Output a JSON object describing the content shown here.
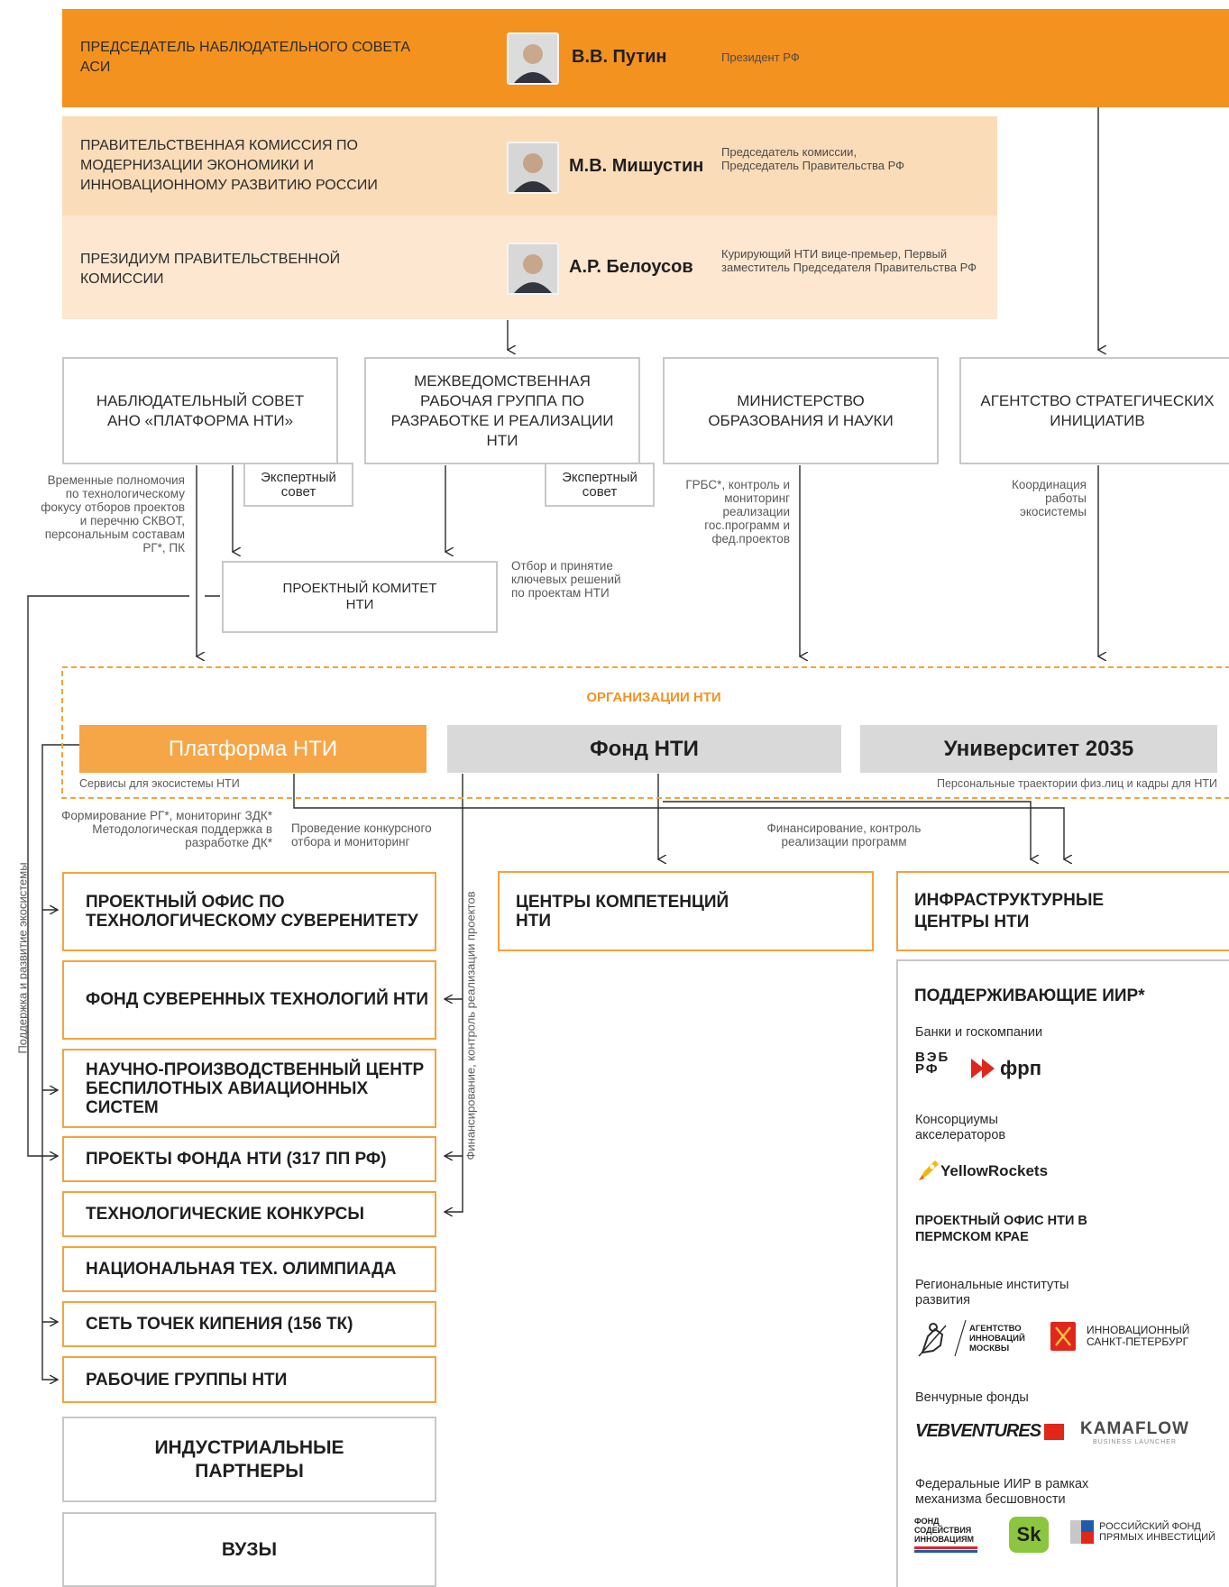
{
  "leadership": [
    {
      "title": "ПРЕДСЕДАТЕЛЬ НАБЛЮДАТЕЛЬНОГО СОВЕТА АСИ",
      "name": "В.В. Путин",
      "role": "Президент РФ"
    },
    {
      "title": "ПРАВИТЕЛЬСТВЕННАЯ КОМИССИЯ ПО МОДЕРНИЗАЦИИ ЭКОНОМИКИ И ИННОВАЦИОННОМУ РАЗВИТИЮ РОССИИ",
      "name": "М.В. Мишустин",
      "role": "Председатель комиссии, Председатель Правительства РФ"
    },
    {
      "title": "ПРЕЗИДИУМ ПРАВИТЕЛЬСТВЕННОЙ КОМИССИИ",
      "name": "А.Р. Белоусов",
      "role": "Курирующий НТИ вице-премьер, Первый заместитель Председателя Правительства РФ"
    }
  ],
  "bodies": {
    "supervisory": "НАБЛЮДАТЕЛЬНЫЙ СОВЕТ АНО «ПЛАТФОРМА НТИ»",
    "working_group": "МЕЖВЕДОМСТВЕННАЯ РАБОЧАЯ ГРУППА ПО РАЗРАБОТКЕ И РЕАЛИЗАЦИИ НТИ",
    "ministry": "МИНИСТЕРСТВО ОБРАЗОВАНИЯ И НАУКИ",
    "agency": "АГЕНТСТВО СТРАТЕГИЧЕСКИХ ИНИЦИАТИВ",
    "expert_council": "Экспертный совет",
    "project_committee": "ПРОЕКТНЫЙ КОМИТЕТ НТИ"
  },
  "notes": {
    "temporary_powers": "Временные полномочия по технологическому фокусу отборов проектов и перечню СКВОТ, персональным составам РГ*, ПК",
    "selection": "Отбор и принятие ключевых решений по проектам НТИ",
    "grbs": "ГРБС*, контроль и мониторинг реализации гос.программ и фед.проектов",
    "coordination": "Координация работы экосистемы",
    "support_vertical": "Поддержка и развитие экосистемы",
    "rg_monitoring": "Формирование РГ*, мониторинг ЗДК* Методологическая поддержка в разработке ДК*",
    "contest": "Проведение конкурсного отбора и мониторинг",
    "financing_programs": "Финансирование, контроль реализации программ",
    "financing_vertical": "Финансирование, контроль реализации проектов"
  },
  "orgs": {
    "title": "ОРГАНИЗАЦИИ НТИ",
    "platform": "Платформа НТИ",
    "platform_sub": "Сервисы для экосистемы НТИ",
    "fund": "Фонд НТИ",
    "university": "Университет 2035",
    "university_sub": "Персональные траектории физ.лиц и кадры для НТИ"
  },
  "orange_boxes": [
    "ПРОЕКТНЫЙ ОФИС ПО ТЕХНОЛОГИЧЕСКОМУ СУВЕРЕНИТЕТУ",
    "ФОНД СУВЕРЕННЫХ ТЕХНОЛОГИЙ НТИ",
    "НАУЧНО-ПРОИЗВОДСТВЕННЫЙ ЦЕНТР БЕСПИЛОТНЫХ АВИАЦИОННЫХ СИСТЕМ",
    "ПРОЕКТЫ ФОНДА НТИ (317 ПП РФ)",
    "ТЕХНОЛОГИЧЕСКИЕ КОНКУРСЫ",
    "НАЦИОНАЛЬНАЯ ТЕХ. ОЛИМПИАДА",
    "СЕТЬ ТОЧЕК КИПЕНИЯ (156 ТК)",
    "РАБОЧИЕ ГРУППЫ НТИ"
  ],
  "gray_boxes": [
    "ИНДУСТРИАЛЬНЫЕ ПАРТНЕРЫ",
    "ВУЗЫ"
  ],
  "centers": {
    "competence": "ЦЕНТРЫ КОМПЕТЕНЦИЙ НТИ",
    "infrastructure": "ИНФРАСТРУКТУРНЫЕ ЦЕНТРЫ НТИ"
  },
  "iir": {
    "title": "ПОДДЕРЖИВАЮЩИЕ ИИР*",
    "banks": "Банки и госкомпании",
    "veb": "ВЭБ РФ",
    "frp": "фрп",
    "consortia": "Консорциумы акселераторов",
    "yellow": "YellowRockets",
    "perm": "ПРОЕКТНЫЙ ОФИС НТИ В ПЕРМСКОМ КРАЕ",
    "regional": "Региональные институты развития",
    "aim": "АГЕНТСТВО ИННОВАЦИЙ МОСКВЫ",
    "spb": "ИННОВАЦИОННЫЙ САНКТ-ПЕТЕРБУРГ",
    "venture": "Венчурные фонды",
    "veb_ventures": "VEBVENTURES",
    "kamaflow": "KAMAFLOW",
    "kamaflow_sub": "BUSINESS LAUNCHER",
    "federal": "Федеральные ИИР в рамках механизма бесшовности",
    "fsi": "ФОНД СОДЕЙСТВИЯ ИННОВАЦИЯМ",
    "sk": "Sk",
    "rfpi": "РОССИЙСКИЙ ФОНД ПРЯМЫХ ИНВЕСТИЦИЙ"
  },
  "colors": {
    "orange": "#f4921f",
    "light_orange": "#fbdcb8",
    "lighter_orange": "#fde7d0",
    "platform_orange": "#f6a647",
    "gray": "#d9d9d9",
    "border_orange": "#f4a33c"
  }
}
